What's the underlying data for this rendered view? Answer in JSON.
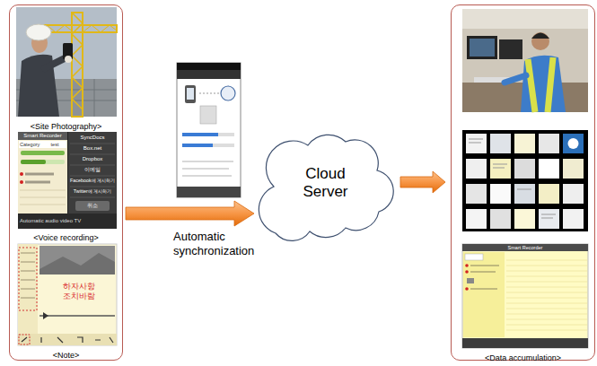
{
  "diagram": {
    "nodes": [
      {
        "text": [
          "<Site Photography>",
          "<Voice recording>",
          "<Note>"
        ]
      },
      {
        "text": [
          "Cloud Server"
        ]
      },
      {
        "text": [
          "<Data accumulation>"
        ]
      }
    ],
    "edges": [
      {
        "from": 0,
        "to": 1,
        "arrow": "to",
        "label": "Automatic synchronization"
      },
      {
        "from": 1,
        "to": 2,
        "arrow": "to"
      }
    ],
    "labels": [
      "Smart Recorder",
      "Category",
      "test",
      "SyncDocs",
      "Box.net",
      "Dropbox",
      "이메일",
      "Facebook에 게시하기",
      "Twitter에 게시하기",
      "취소",
      "Automatic audio video TV",
      "하자사항 조치바람",
      "Smart Recorder"
    ]
  }
}
